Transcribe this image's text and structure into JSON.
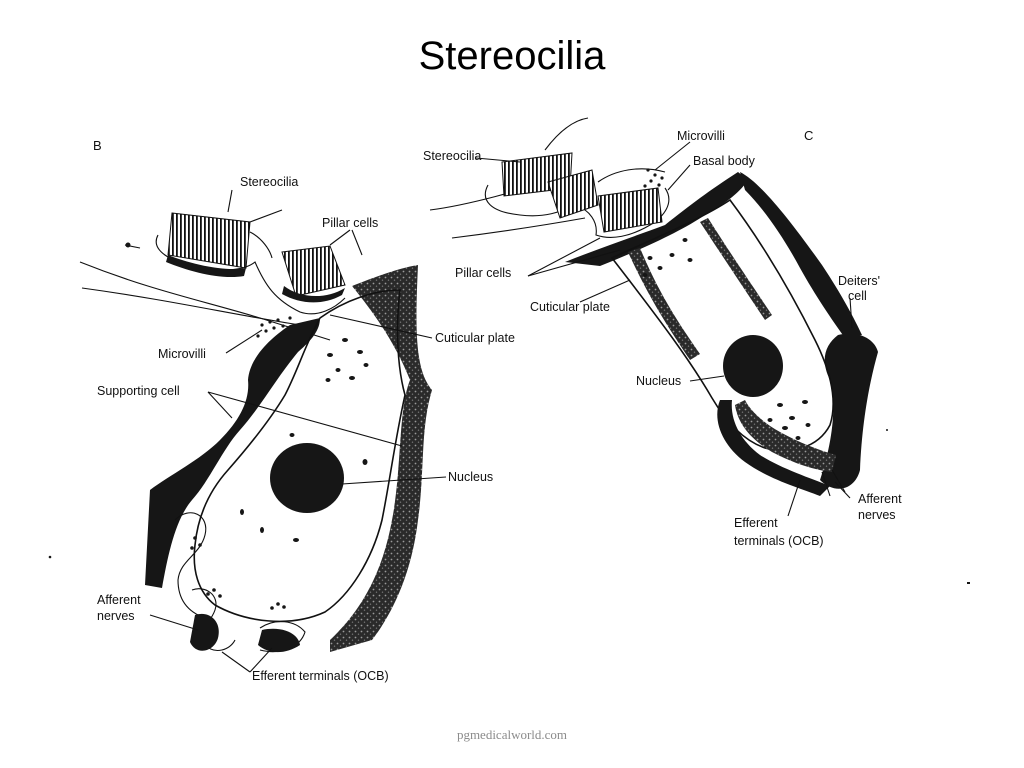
{
  "slide": {
    "title": "Stereocilia",
    "footer": "pgmedicalworld.com"
  },
  "panel_b": {
    "panel_label": "B",
    "labels": {
      "stereocilia": "Stereocilia",
      "pillar_cells": "Pillar cells",
      "cuticular_plate": "Cuticular plate",
      "microvilli": "Microvilli",
      "supporting_cell": "Supporting cell",
      "nucleus": "Nucleus",
      "afferent_nerves_1": "Afferent",
      "afferent_nerves_2": "nerves",
      "efferent_terminals": "Efferent terminals (OCB)"
    }
  },
  "panel_c": {
    "panel_label": "C",
    "labels": {
      "stereocilia": "Stereocilia",
      "microvilli": "Microvilli",
      "basal_body": "Basal body",
      "pillar_cells": "Pillar cells",
      "cuticular_plate": "Cuticular plate",
      "deiters_cell_1": "Deiters'",
      "deiters_cell_2": "cell",
      "nucleus": "Nucleus",
      "afferent_nerves_1": "Afferent",
      "afferent_nerves_2": "nerves",
      "efferent_terminals_1": "Efferent",
      "efferent_terminals_2": "terminals (OCB)"
    }
  }
}
